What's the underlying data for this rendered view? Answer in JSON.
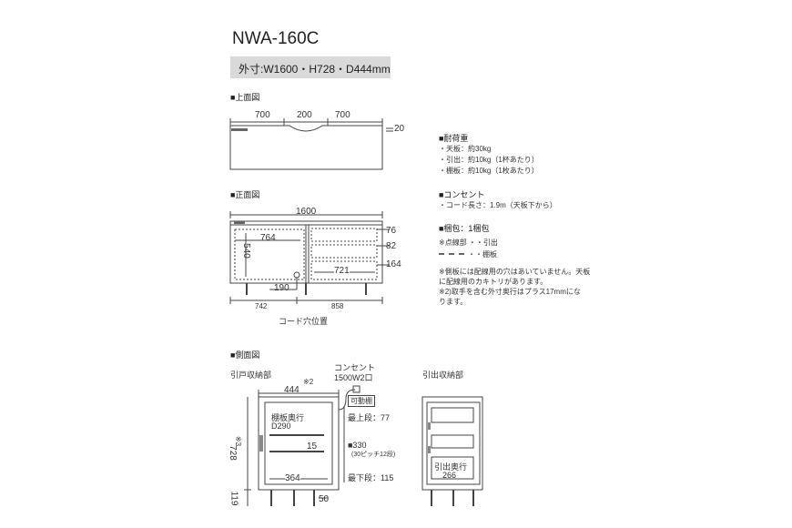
{
  "title": "NWA-160C",
  "dims_bar": "外寸:W1600・H728・D444mm",
  "top_view": {
    "heading": "■上面図",
    "labels": [
      "700",
      "200",
      "700"
    ],
    "depth": "20"
  },
  "front_view": {
    "heading": "■正面図",
    "width": "1600",
    "inner_width": "764",
    "height": "540",
    "drawer_heights": [
      "76",
      "82",
      "164"
    ],
    "drawer_inner": "721",
    "hole": "190",
    "bottom_left": "742",
    "bottom_right": "858",
    "cord_caption": "コード穴位置"
  },
  "load": {
    "heading": "■耐荷重",
    "items": [
      "・天板：約30kg",
      "・引出：約10kg（1杯あたり）",
      "・棚板：約10kg（1枚あたり）"
    ]
  },
  "outlet": {
    "heading": "■コンセント",
    "items": [
      "・コード長さ：1.9m（天板下から）"
    ]
  },
  "package": {
    "heading": "■梱包：1梱包",
    "legend": [
      "※点線部 ・・引出",
      "・・棚板"
    ]
  },
  "notes": [
    "※側板には配線用の穴はあいていません。天板",
    "に配線用のカキトリがあります。",
    "※2)取手を含む外寸奥行はプラス17mmにな",
    "ります。"
  ],
  "side_view": {
    "heading": "■側面図",
    "left_caption": "引戸収納部",
    "right_caption": "引出収納部",
    "outlet_label": "コンセント",
    "outlet_spec": "1500W2口",
    "depth": "444",
    "note2": "※2",
    "movable": "可動棚",
    "shelf_depth_1": "棚板奥行",
    "shelf_depth_2": "D290",
    "inner_depth": "364",
    "shelf_gap": "15",
    "top_step": "最上段：77",
    "mid": "■330",
    "mid_note": "(30ピッチ12段)",
    "bottom_step": "最下段：115",
    "height": "728",
    "note3": "※3",
    "leg": "119",
    "leg_side": "50",
    "drawer_depth_1": "引出奥行",
    "drawer_depth_2": "266"
  }
}
